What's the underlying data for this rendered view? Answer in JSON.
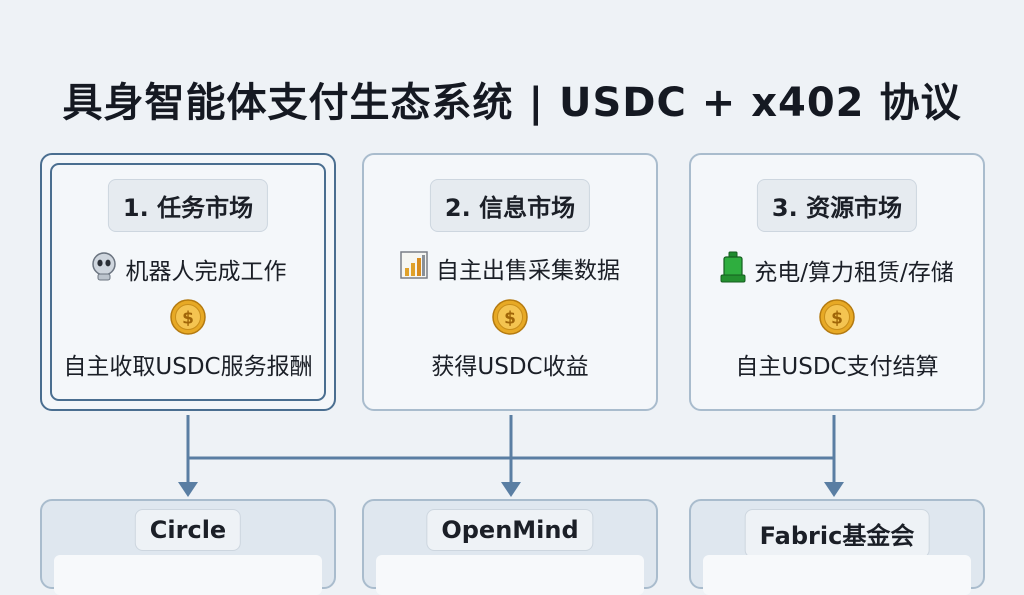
{
  "title": "具身智能体支付生态系统 | USDC + x402 协议",
  "markets": [
    {
      "label": "1. 任务市场",
      "item": "机器人完成工作",
      "icon": "robot-icon",
      "result": "自主收取USDC服务报酬"
    },
    {
      "label": "2. 信息市场",
      "item": "自主出售采集数据",
      "icon": "bar-chart-icon",
      "result": "获得USDC收益"
    },
    {
      "label": "3. 资源市场",
      "item": "充电/算力租赁/存储",
      "icon": "battery-icon",
      "result": "自主USDC支付结算"
    }
  ],
  "partners": [
    {
      "label": "Circle"
    },
    {
      "label": "OpenMind"
    },
    {
      "label": "Fabric基金会"
    }
  ],
  "colors": {
    "connector": "#5a7ea3",
    "coin": "#e7a925",
    "active_border": "#4a6e90"
  }
}
